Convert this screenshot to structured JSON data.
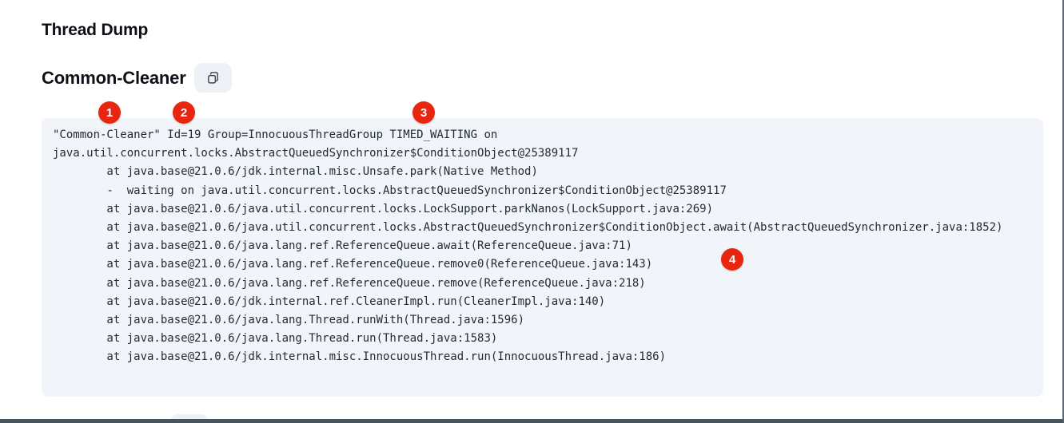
{
  "header": {
    "title": "Thread Dump"
  },
  "section": {
    "heading": "Common-Cleaner"
  },
  "annotations": {
    "badge_color": "#e8250f",
    "badges": [
      "1",
      "2",
      "3",
      "4"
    ]
  },
  "code_block": {
    "background_color": "#f1f5f9",
    "lines": [
      "\"Common-Cleaner\" Id=19 Group=InnocuousThreadGroup TIMED_WAITING on",
      "java.util.concurrent.locks.AbstractQueuedSynchronizer$ConditionObject@25389117",
      "        at java.base@21.0.6/jdk.internal.misc.Unsafe.park(Native Method)",
      "        -  waiting on java.util.concurrent.locks.AbstractQueuedSynchronizer$ConditionObject@25389117",
      "        at java.base@21.0.6/java.util.concurrent.locks.LockSupport.parkNanos(LockSupport.java:269)",
      "        at java.base@21.0.6/java.util.concurrent.locks.AbstractQueuedSynchronizer$ConditionObject.await(AbstractQueuedSynchronizer.java:1852)",
      "        at java.base@21.0.6/java.lang.ref.ReferenceQueue.await(ReferenceQueue.java:71)",
      "        at java.base@21.0.6/java.lang.ref.ReferenceQueue.remove0(ReferenceQueue.java:143)",
      "        at java.base@21.0.6/java.lang.ref.ReferenceQueue.remove(ReferenceQueue.java:218)",
      "        at java.base@21.0.6/jdk.internal.ref.CleanerImpl.run(CleanerImpl.java:140)",
      "        at java.base@21.0.6/java.lang.Thread.runWith(Thread.java:1596)",
      "        at java.base@21.0.6/java.lang.Thread.run(Thread.java:1583)",
      "        at java.base@21.0.6/jdk.internal.misc.InnocuousThread.run(InnocuousThread.java:186)"
    ]
  },
  "frame": {
    "border_color": "#47565e"
  }
}
